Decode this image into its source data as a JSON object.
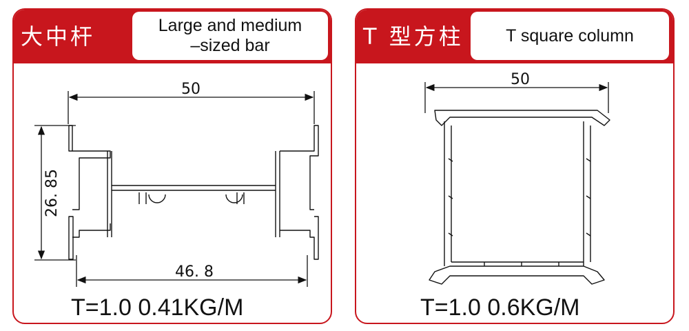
{
  "left_panel": {
    "title_zh": "大中杆",
    "title_en": "Large and medium\n–sized bar",
    "dim_top": "50",
    "dim_side": "26. 85",
    "dim_bottom": "46. 8",
    "spec": "T=1.0   0.41KG/M"
  },
  "right_panel": {
    "title_zh": "T 型方柱",
    "title_en": "T square column",
    "dim_top": "50",
    "spec": "T=1.0   0.6KG/M"
  },
  "colors": {
    "accent": "#c8161d",
    "line": "#111111"
  }
}
